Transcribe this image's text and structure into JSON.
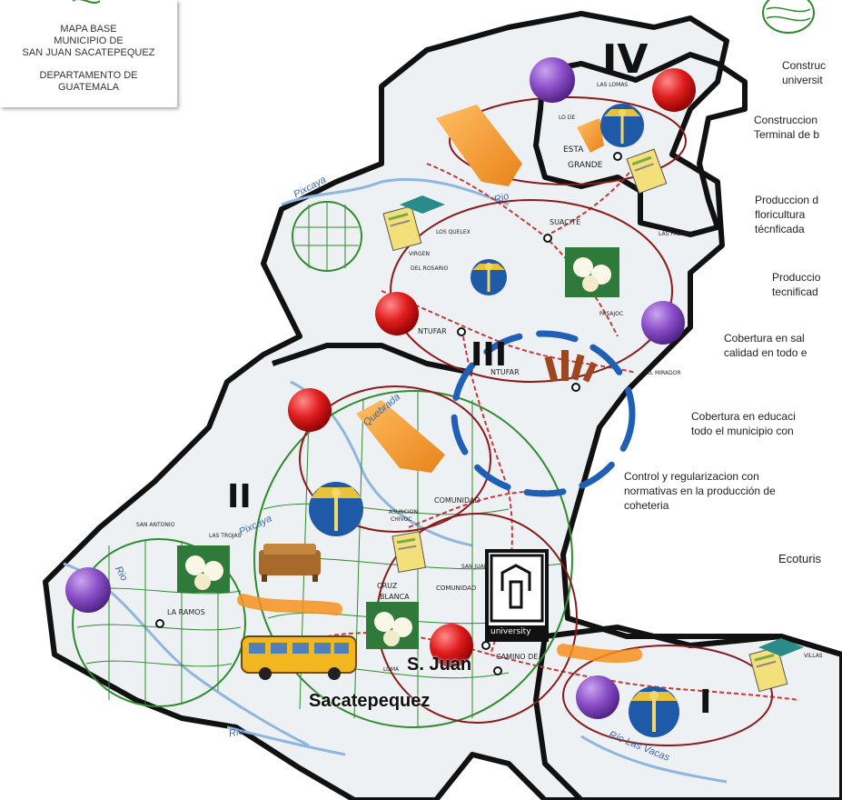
{
  "title_card": {
    "lines": [
      "MAPA BASE",
      "MUNICIPIO DE",
      "SAN JUAN SACATEPEQUEZ",
      "DEPARTAMENTO DE",
      "GUATEMALA"
    ]
  },
  "legend": [
    "Construc",
    "universit",
    "Construccion",
    "Terminal de b",
    "Produccion d",
    "floricultura",
    "técnficada",
    "Produccio",
    "tecnificad",
    "Cobertura en sal",
    "calidad en todo e",
    "Cobertura en educaci",
    "todo el municipio con",
    "Control y regularizacion con",
    "normativas en la producción de",
    "coheteria",
    "Ecoturis"
  ],
  "zones": [
    "IV",
    "III",
    "II",
    "I"
  ],
  "places": {
    "san_juan": "S. Juan",
    "sacatepequez": "Sacatepequez",
    "estancia_grande_1": "ESTA",
    "estancia_grande_2": "GRANDE",
    "suacite": "SUACITE",
    "montufar": "NTUFAR",
    "montufar2": "NTUFAR",
    "comunidad": "COMUNIDAD",
    "comunidad2": "COMUNIDAD",
    "cruz_blanca_1": "CRUZ",
    "cruz_blanca_2": "BLANCA",
    "lo_ramos": "LA RAMOS",
    "san_antonio": "SAN ANTONIO",
    "las_trojas": "LAS TROJAS",
    "el_mirador": "EL MIRADOR",
    "asuncion": "ASUNCION",
    "chivoc": "CHIVOC",
    "las_lomas": "LAS LOMAS",
    "lo_de": "LO DE",
    "los_quelex": "LOS QUELEX",
    "virgen": "VIRGEN",
    "rosario": "DEL ROSARIO",
    "pasajoc": "PASAJOC",
    "comino": "CAMINO DE",
    "san_juan_small": "SAN JUAN",
    "loma": "LOMA",
    "las_palmas": "LAS PALMAS",
    "villas": "VILLAS",
    "university": "university"
  },
  "rivers": [
    "Pixcaya",
    "Rio",
    "Rio",
    "Río Las Vacas",
    "Rio",
    "Pixcaya",
    "Quebrada"
  ],
  "colors": {
    "land": "#eef1f3",
    "outline": "#111111",
    "red_circle": "#8b1a1a",
    "green_circle": "#2e8b2e",
    "blue_dash": "#1f5fb5",
    "road_red": "#c23a3a",
    "orange_crop": "#f39a3a",
    "purple_marker": "#7a3fb0",
    "red_marker": "#d41e1e"
  },
  "icons": [
    "medical-caduceus-icon",
    "flower-icon",
    "bus-icon",
    "university-icon",
    "sofa-icon",
    "document-icon",
    "fireworks-icon",
    "purple-dot-icon",
    "red-dot-icon",
    "orange-field-icon"
  ]
}
